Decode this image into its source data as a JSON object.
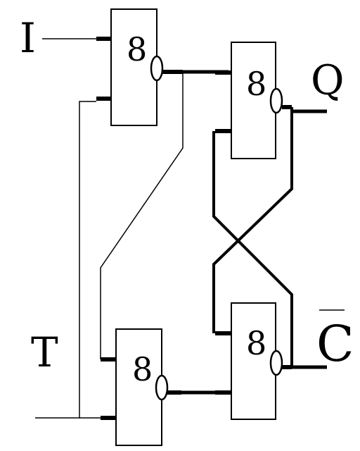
{
  "gates": [
    {
      "id": "gate-1",
      "symbol": "8"
    },
    {
      "id": "gate-2",
      "symbol": "8"
    },
    {
      "id": "gate-3",
      "symbol": "8"
    },
    {
      "id": "gate-4",
      "symbol": "8"
    }
  ],
  "labels": {
    "input_i": "I",
    "input_t": "T",
    "output_q": "Q",
    "output_q_bar": "C"
  },
  "colors": {
    "stroke": "#000000",
    "background": "#ffffff"
  }
}
